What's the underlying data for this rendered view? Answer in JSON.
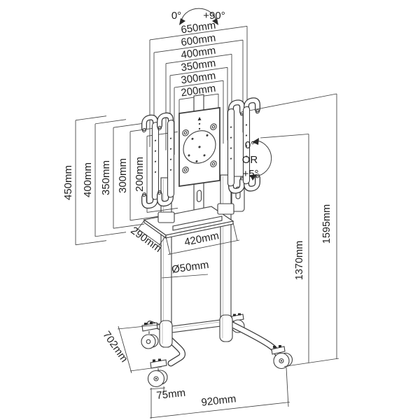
{
  "diagram": {
    "swivel_min": "0°",
    "swivel_max": "+90°",
    "vesa_widths": [
      "650mm",
      "600mm",
      "400mm",
      "350mm",
      "300mm",
      "200mm"
    ],
    "vesa_heights": [
      "450mm",
      "400mm",
      "350mm",
      "300mm",
      "200mm"
    ],
    "tilt_min": "0°",
    "tilt_or": "OR",
    "tilt_max": "+5°",
    "shelf_depth": "290mm",
    "shelf_width": "420mm",
    "pole_diameter": "Ø50mm",
    "column_height": "1370mm",
    "total_height": "1595mm",
    "base_depth": "702mm",
    "caster_offset": "75mm",
    "base_width": "920mm",
    "colors": {
      "line": "#3d3d3d",
      "text": "#1f1f1f",
      "background": "#ffffff"
    }
  }
}
